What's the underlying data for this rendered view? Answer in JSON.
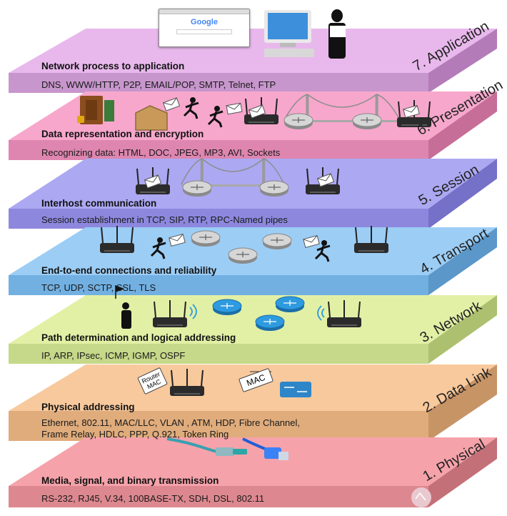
{
  "layers": [
    {
      "name": "7. Application",
      "title": "Network process to application",
      "protocols": "DNS, WWW/HTTP, P2P, EMAIL/POP, SMTP, Telnet, FTP",
      "top_color": "#e8b8ec",
      "front_color": "#c796cc",
      "side_color": "#b47bb9"
    },
    {
      "name": "6. Presentation",
      "title": "Data representation and encryption",
      "protocols": "Recognizing data: HTML, DOC, JPEG, MP3, AVI, Sockets",
      "top_color": "#f7a7cc",
      "front_color": "#de86b0",
      "side_color": "#c66d98"
    },
    {
      "name": "5. Session",
      "title": "Interhost communication",
      "protocols": "Session establishment in TCP, SIP, RTP, RPC-Named pipes",
      "top_color": "#aca8f2",
      "front_color": "#8d88de",
      "side_color": "#7570c8"
    },
    {
      "name": "4. Transport",
      "title": "End-to-end connections and reliability",
      "protocols": "TCP, UDP, SCTP, SSL, TLS",
      "top_color": "#9ccdf5",
      "front_color": "#72b0e2",
      "side_color": "#5b97c9"
    },
    {
      "name": "3. Network",
      "title": "Path determination and logical addressing",
      "protocols": "IP, ARP, IPsec, ICMP, IGMP, OSPF",
      "top_color": "#e2f0a6",
      "front_color": "#c6d889",
      "side_color": "#adc06f"
    },
    {
      "name": "2. Data Link",
      "title": "Physical addressing",
      "protocols": "Ethernet, 802.11, MAC/LLC, VLAN , ATM, HDP, Fibre Channel,",
      "protocols2": "Frame Relay, HDLC,  PPP, Q.921, Token Ring",
      "top_color": "#f8c99c",
      "front_color": "#e0ac7c",
      "side_color": "#c79466"
    },
    {
      "name": "1. Physical",
      "title": "Media, signal, and binary transmission",
      "protocols": "RS-232, RJ45, V.34, 100BASE-TX, SDH, DSL, 802.11",
      "top_color": "#f5a2aa",
      "front_color": "#dd8890",
      "side_color": "#c47078"
    }
  ],
  "illustrations": {
    "browser_logo": "Google",
    "router_mac_tag": "Router\nMAC",
    "mac_tag": "MAC",
    "icons": [
      "globe-browser-icon",
      "computer-icon",
      "mail-person-icon",
      "door-lock-icon",
      "package-icon",
      "courier-icon",
      "router-icon",
      "bridge-icon",
      "switch-icon",
      "person-flag-icon",
      "wifi-icon",
      "cable-icon"
    ]
  }
}
